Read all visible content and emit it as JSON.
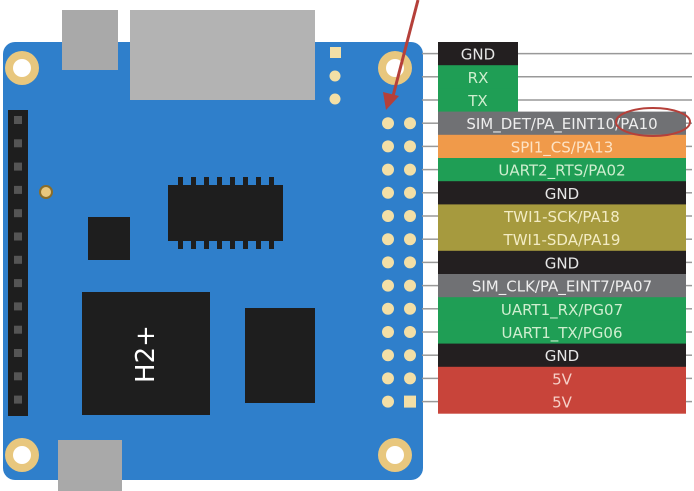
{
  "board": {
    "chip_label": "H2+",
    "colors": {
      "pcb": "#2f7fcb",
      "pad": "#f3dfa6",
      "chip": "#1e1e1e",
      "connector": "#a9a9a9",
      "annotation": "#b5403a"
    }
  },
  "pinout": {
    "top_labels": [
      {
        "text": "GND",
        "color": "#231f20",
        "text_color": "#e6e6e6"
      },
      {
        "text": "RX",
        "color": "#1f9e55",
        "text_color": "#cfeecf"
      },
      {
        "text": "TX",
        "color": "#1f9e55",
        "text_color": "#cfeecf"
      }
    ],
    "rows": [
      {
        "text": "SIM_DET/PA_EINT10/PA10",
        "color": "#707174",
        "text_color": "#eeeeee"
      },
      {
        "text": "SPI1_CS/PA13",
        "color": "#f09a4a",
        "text_color": "#fde3c5"
      },
      {
        "text": "UART2_RTS/PA02",
        "color": "#1f9e55",
        "text_color": "#cfeecf"
      },
      {
        "text": "GND",
        "color": "#231f20",
        "text_color": "#e6e6e6"
      },
      {
        "text": "TWI1-SCK/PA18",
        "color": "#a69a3e",
        "text_color": "#f3ecc4"
      },
      {
        "text": "TWI1-SDA/PA19",
        "color": "#a69a3e",
        "text_color": "#f3ecc4"
      },
      {
        "text": "GND",
        "color": "#231f20",
        "text_color": "#e6e6e6"
      },
      {
        "text": "SIM_CLK/PA_EINT7/PA07",
        "color": "#707174",
        "text_color": "#eeeeee"
      },
      {
        "text": "UART1_RX/PG07",
        "color": "#1f9e55",
        "text_color": "#cfeecf"
      },
      {
        "text": "UART1_TX/PG06",
        "color": "#1f9e55",
        "text_color": "#cfeecf"
      },
      {
        "text": "GND",
        "color": "#231f20",
        "text_color": "#e6e6e6"
      },
      {
        "text": "5V",
        "color": "#c8443a",
        "text_color": "#f6d0c8"
      },
      {
        "text": "5V",
        "color": "#c8443a",
        "text_color": "#f6d0c8"
      }
    ]
  }
}
